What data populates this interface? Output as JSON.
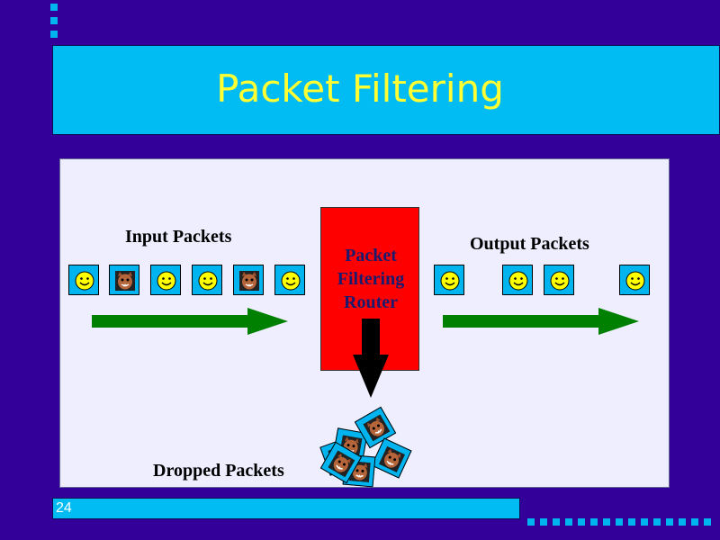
{
  "slide": {
    "title": "Packet Filtering",
    "page_number": "24"
  },
  "diagram": {
    "input_label": "Input Packets",
    "output_label": "Output Packets",
    "dropped_label": "Dropped Packets",
    "router_label": "Packet\nFiltering\nRouter",
    "input_packets": [
      "good",
      "bad",
      "good",
      "good",
      "bad",
      "good"
    ],
    "output_packets": [
      "good",
      "good",
      "good",
      "good"
    ],
    "dropped_packets": [
      "bad",
      "bad",
      "bad",
      "bad",
      "bad",
      "bad"
    ],
    "colors": {
      "background": "#330099",
      "title_bar": "#00bcf2",
      "title_text": "#ffff33",
      "router": "#ff0000",
      "arrow": "#008000",
      "drop_arrow": "#000000",
      "packet": "#00b4f0"
    },
    "icons": {
      "good": "smiley-face-icon",
      "bad": "devil-face-icon"
    }
  }
}
